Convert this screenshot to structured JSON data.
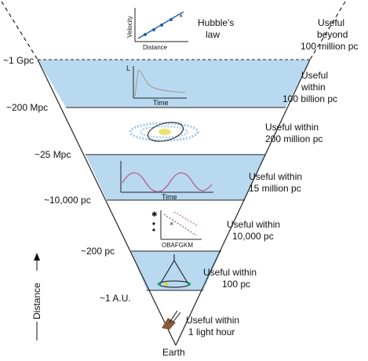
{
  "top": {
    "hubble_label_line1": "Hubble's",
    "hubble_label_line2": "law",
    "inset_ylabel": "Velocity",
    "inset_xlabel": "Distance"
  },
  "left_labels": [
    "~1 Gpc",
    "~200 Mpc",
    "~25 Mpc",
    "~10,000 pc",
    "~200 pc",
    "~1 A.U."
  ],
  "right_labels": [
    [
      "Useful",
      "beyond",
      "100 million pc"
    ],
    [
      "Useful",
      "within",
      "100 billion pc"
    ],
    [
      "Useful within",
      "200 million pc"
    ],
    [
      "Useful within",
      "15 million pc"
    ],
    [
      "Useful within",
      "10,000 pc"
    ],
    [
      "Useful within",
      "100 pc"
    ],
    [
      "Useful within",
      "1 light hour"
    ]
  ],
  "insets": {
    "supernova_y": "L",
    "supernova_x": "Time",
    "cepheid_x": "Time",
    "hr_classes": "OBAFGKM"
  },
  "axis_label": "Distance",
  "bottom_label": "Earth",
  "colors": {
    "band_fill": "#b9d9f0",
    "inset_line": "#b06090",
    "accent_blue": "#1f5fa8"
  }
}
